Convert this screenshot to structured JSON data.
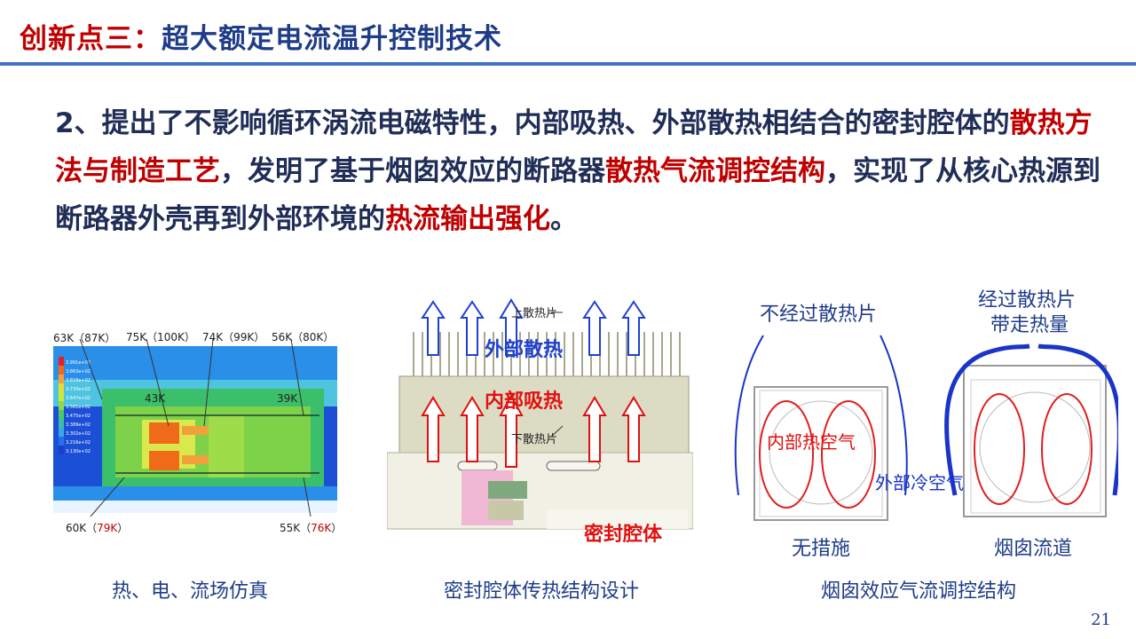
{
  "title": {
    "prefix": "创新点三：",
    "main": "超大额定电流温升控制技术"
  },
  "paragraph": {
    "p1": "2、提出了不影响循环涡流电磁特性，内部吸热、外部散热相结合的密封腔体的",
    "h1": "散热方法与制造工艺",
    "p2": "，发明了基于烟囱效应的断路器",
    "h2": "散热气流调控结构",
    "p3": "，实现了从核心热源到断路器外壳再到外部环境的",
    "h3": "热流输出强化",
    "p4": "。"
  },
  "sim": {
    "labels": {
      "t1": "63K（87K）",
      "t2": "75K（100K）",
      "t3": "74K（99K）",
      "t4": "56K（80K）",
      "c1": "43K",
      "c2": "39K",
      "b1_pre": "60K（",
      "b1_red": "79K",
      "b1_post": "）",
      "b2_pre": "55K（",
      "b2_red": "76K",
      "b2_post": "）"
    },
    "legend": [
      "3.991e+02",
      "3.863e+02",
      "3.818e+02",
      "3.733e+02",
      "3.647e+02",
      "3.561e+02",
      "3.475e+02",
      "3.389e+02",
      "3.302e+02",
      "3.216e+02",
      "3.130e+02"
    ],
    "caption": "热、电、流场仿真"
  },
  "cavity": {
    "upper_fin": "上散热片",
    "lower_fin": "下散热片",
    "outer": "外部散热",
    "inner": "内部吸热",
    "sealed": "密封腔体",
    "caption": "密封腔体传热结构设计"
  },
  "chimney": {
    "left_top": "不经过散热片",
    "right_top_1": "经过散热片",
    "right_top_2": "带走热量",
    "inner_air": "内部热空气",
    "outer_air": "外部冷空气",
    "left_label": "无措施",
    "right_label": "烟囱流道",
    "caption": "烟囱效应气流调控结构"
  },
  "page_number": "21",
  "colors": {
    "accent_red": "#c00000",
    "navy": "#1f3c88",
    "rule_blue": "#4472c4"
  }
}
